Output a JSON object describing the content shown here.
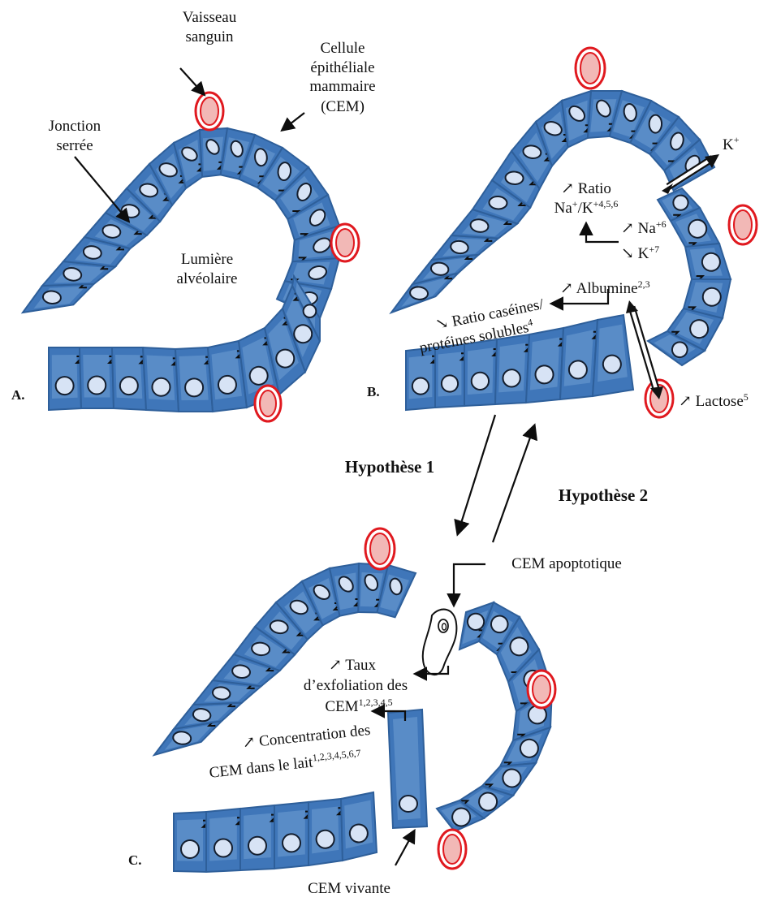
{
  "labels": {
    "vessel": [
      "Vaisseau",
      "sanguin"
    ],
    "cell": [
      "Cellule",
      "épithéliale",
      "mammaire",
      "(CEM)"
    ],
    "junction": [
      "Jonction",
      "serrée"
    ],
    "lumen": [
      "Lumière",
      "alvéolaire"
    ]
  },
  "panels": {
    "a": "A.",
    "b": "B.",
    "c": "C."
  },
  "panel_b": {
    "k_plus": "K",
    "k_sup": "+",
    "ratio_line1": "↗ Ratio",
    "ratio_line2": "Na",
    "ratio_sup1": "+",
    "ratio_mid": "/K",
    "ratio_sup2": "+4,5,6",
    "na": "↗ Na",
    "na_sup": "+6",
    "k": "↘ K",
    "k_sup2": "+7",
    "albumine": "↗ Albumine",
    "albumine_sup": "2,3",
    "casein_line1": "↘ Ratio caséines/",
    "casein_line2": "protéines solubles",
    "casein_sup": "4",
    "lactose": "↗ Lactose",
    "lactose_sup": "5"
  },
  "hypotheses": {
    "h1": "Hypothèse 1",
    "h2": "Hypothèse 2"
  },
  "panel_c": {
    "apoptotic": "CEM apoptotique",
    "exfol_line1": "↗ Taux",
    "exfol_line2": "d’exfoliation des",
    "exfol_line3": "CEM",
    "exfol_sup": "1,2,3,4,5",
    "conc_line1": "↗ Concentration des",
    "conc_line2": "CEM dans le lait",
    "conc_sup": "1,2,3,4,5,6,7",
    "living": "CEM vivante"
  },
  "colors": {
    "cell": "#3f76b9",
    "nucleus": "#d7e3f5",
    "vessel_ring": "#e0191f",
    "vessel_fill": "#f2b8b6"
  },
  "icons": [
    "blood-vessel-icon",
    "epithelial-cell-icon",
    "tight-junction-icon",
    "arrow-icon"
  ]
}
